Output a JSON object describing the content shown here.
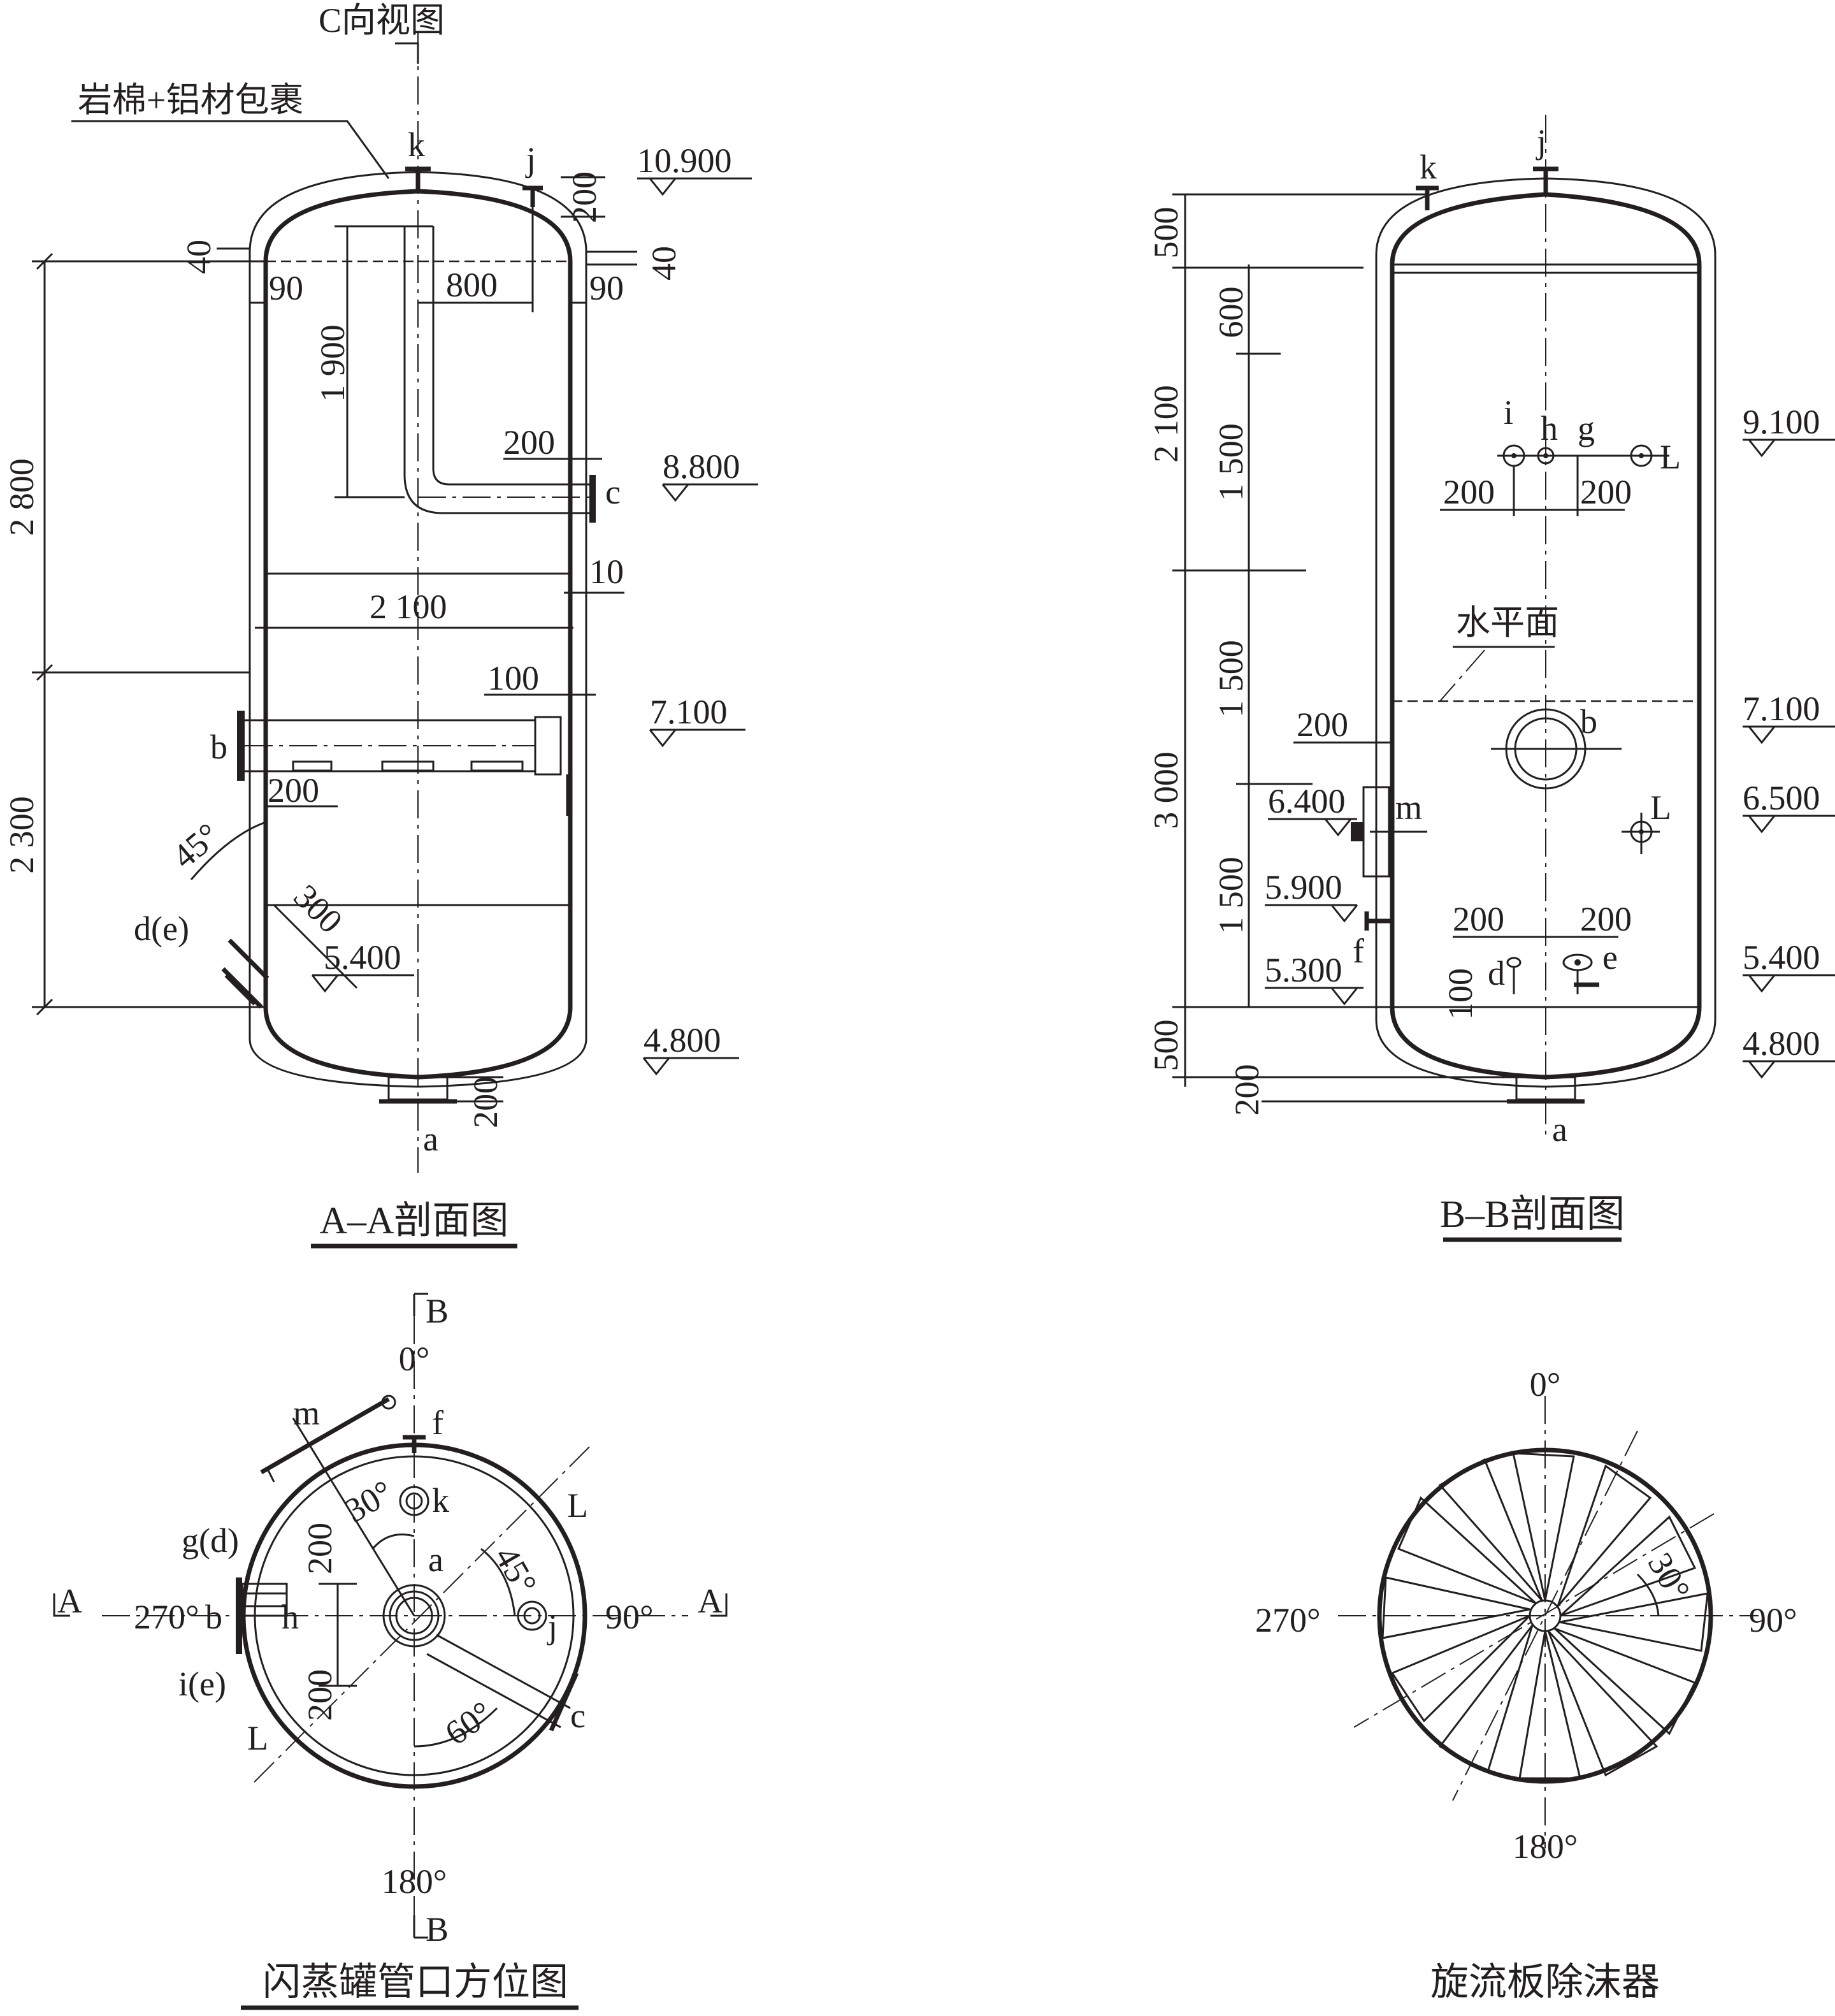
{
  "colors": {
    "ink": "#231f20",
    "background": "#ffffff"
  },
  "view_aa": {
    "c_view": "C向视图",
    "insulation": "岩棉+铝材包裹",
    "title": "A–A剖面图",
    "nozzles": {
      "k": "k",
      "j": "j",
      "c": "c",
      "b": "b",
      "de": "d(e)",
      "a": "a"
    },
    "elevations": {
      "e10900": "10.900",
      "e8800": "8.800",
      "e7100": "7.100",
      "e5400": "5.400",
      "e4800": "4.800"
    },
    "dims": {
      "d2800": "2 800",
      "d2300": "2 300",
      "d40l": "40",
      "d40r": "40",
      "d90l": "90",
      "d90r": "90",
      "d800": "800",
      "d1900": "1 900",
      "d200top": "200",
      "d200c": "200",
      "d10": "10",
      "d2100": "2 100",
      "d100": "100",
      "d200b": "200",
      "d45": "45°",
      "d300": "300",
      "d200a": "200"
    }
  },
  "view_bb": {
    "title": "B–B剖面图",
    "water_level": "水平面",
    "nozzles": {
      "k": "k",
      "j": "j",
      "i": "i",
      "h": "h",
      "g": "g",
      "L1": "L",
      "b": "b",
      "m": "m",
      "L2": "L",
      "f": "f",
      "d": "d",
      "e": "e",
      "a": "a"
    },
    "elevations": {
      "e9100": "9.100",
      "e7100": "7.100",
      "e6500": "6.500",
      "e6400": "6.400",
      "e5900": "5.900",
      "e5300": "5.300",
      "e5400": "5.400",
      "e4800": "4.800"
    },
    "dims": {
      "d500t": "500",
      "d600": "600",
      "d2100": "2 100",
      "d1500a": "1 500",
      "d1500b": "1 500",
      "d3000": "3 000",
      "d1500c": "1 500",
      "d500b": "500",
      "d200b": "200",
      "d200l": "200",
      "d200r": "200",
      "d200m": "200",
      "d200dl": "200",
      "d200dr": "200",
      "d100": "100"
    }
  },
  "orient": {
    "title": "闪蒸罐管口方位图",
    "section_b": "B",
    "section_a": "A",
    "deg0": "0°",
    "deg90": "90°",
    "deg180": "180°",
    "deg270": "270°",
    "nozzles": {
      "m": "m",
      "f": "f",
      "k": "k",
      "L1": "L",
      "gd": "g(d)",
      "b": "b",
      "h": "h",
      "ie": "i(e)",
      "L2": "L",
      "a": "a",
      "j": "j",
      "c": "c"
    },
    "dims": {
      "a30": "30°",
      "a45": "45°",
      "a60": "60°",
      "d200u": "200",
      "d200d": "200"
    }
  },
  "demister": {
    "title": "旋流板除沫器",
    "deg0": "0°",
    "deg90": "90°",
    "deg180": "180°",
    "deg270": "270°",
    "a30": "30°"
  }
}
